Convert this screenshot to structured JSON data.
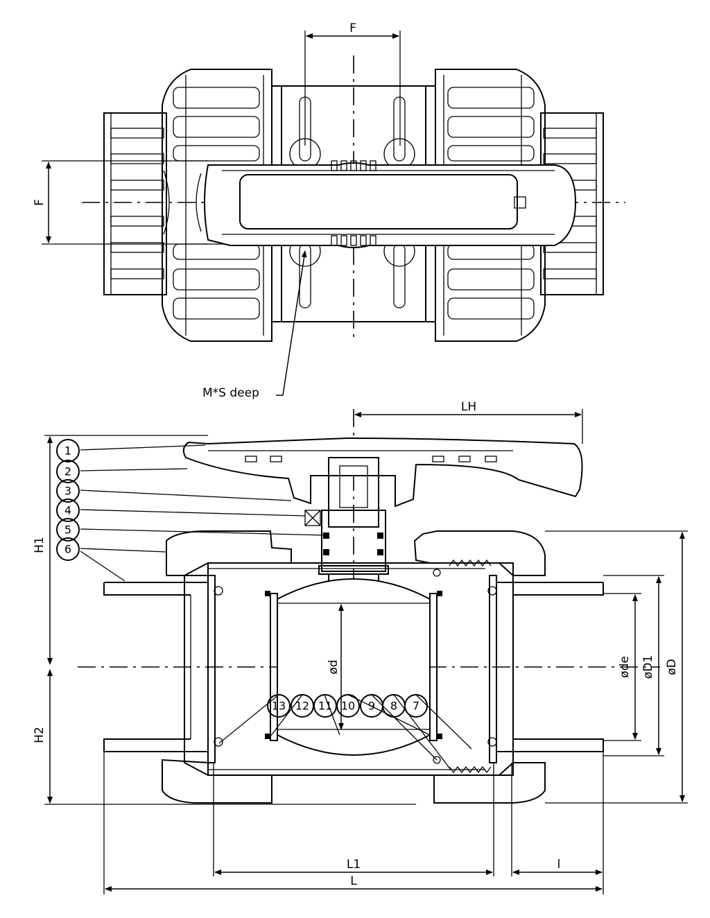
{
  "dimensions": {
    "F_top": "F",
    "F_side": "F",
    "LH": "LH",
    "H1": "H1",
    "H2": "H2",
    "d": "ød",
    "de": "øde",
    "D1": "øD1",
    "D": "øD",
    "L1": "L1",
    "L": "L",
    "l": "l"
  },
  "callout": "M*S deep",
  "parts": [
    "1",
    "2",
    "3",
    "4",
    "5",
    "6",
    "7",
    "8",
    "9",
    "10",
    "11",
    "12",
    "13"
  ]
}
